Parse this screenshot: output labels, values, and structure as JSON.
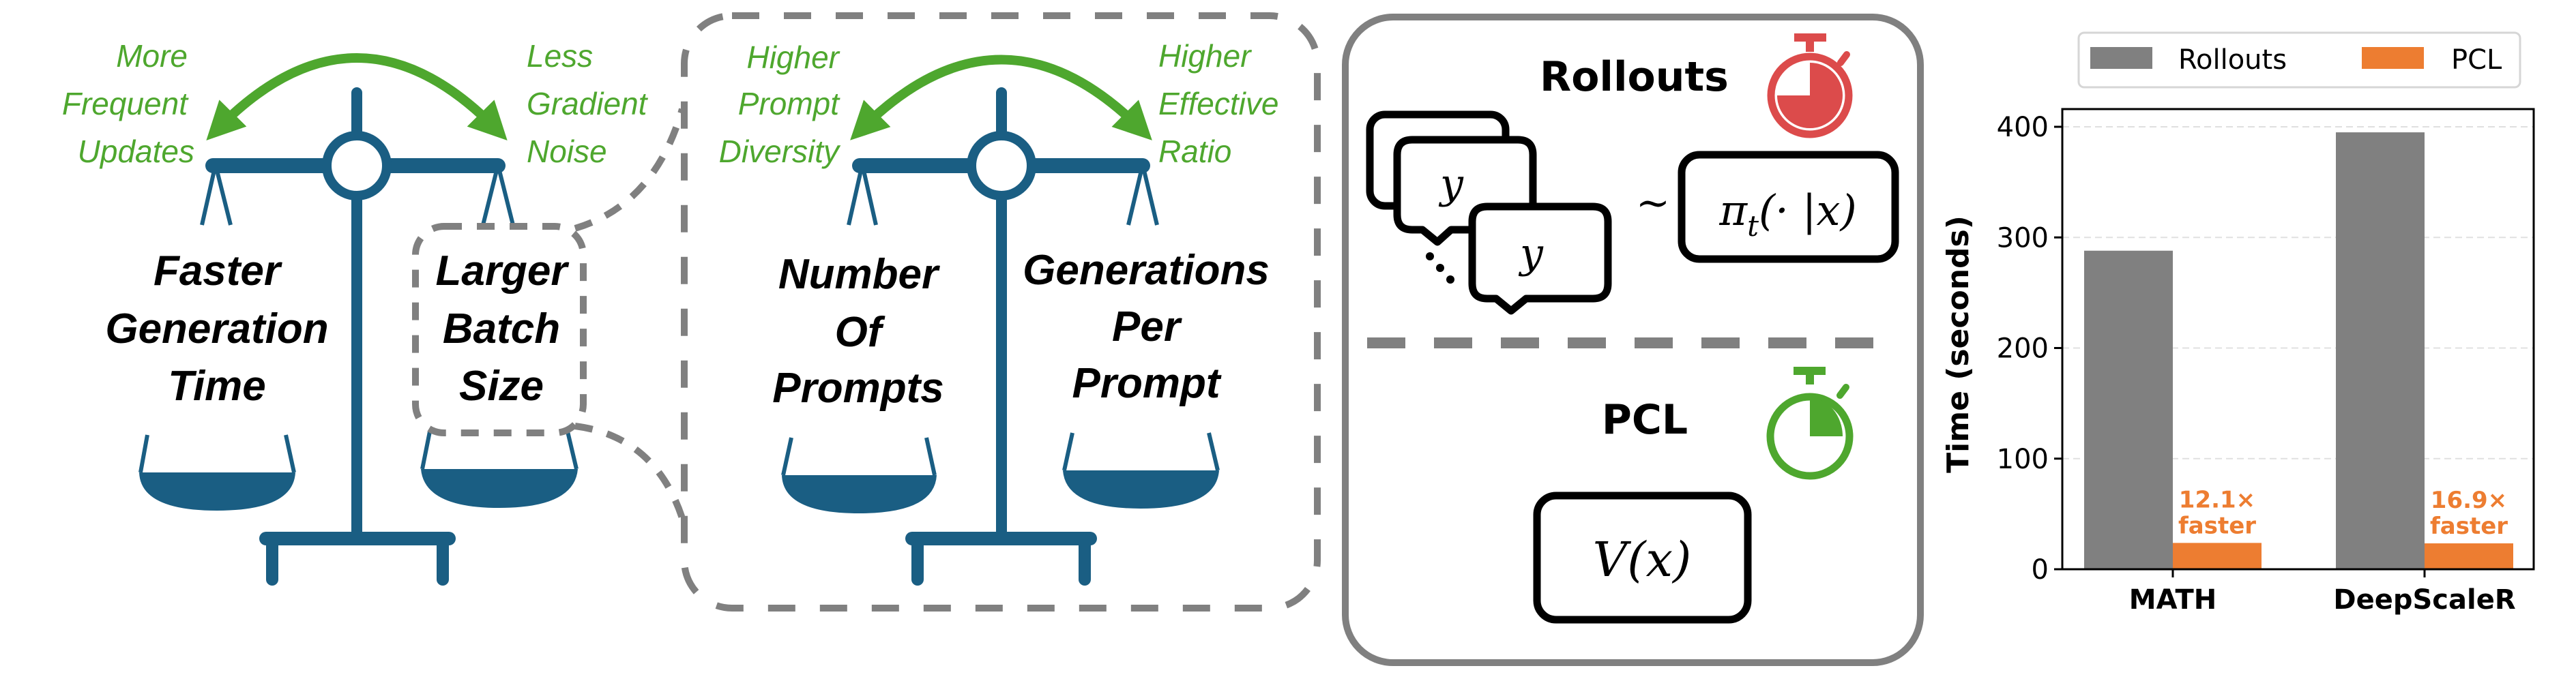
{
  "colors": {
    "scale_blue": "#1A5E83",
    "accent_green": "#4EA72E",
    "dash_gray": "#808080",
    "stopwatch_red": "#DC4B4B",
    "stopwatch_green": "#4EA72E",
    "rollouts_bar": "#808080",
    "pcl_bar": "#ED7D31"
  },
  "scale1": {
    "left_tradeoff": [
      "More",
      "Frequent",
      "Updates"
    ],
    "right_tradeoff": [
      "Less",
      "Gradient",
      "Noise"
    ],
    "left_pan_label": [
      "Faster",
      "Generation",
      "Time"
    ],
    "right_pan_label": [
      "Larger",
      "Batch",
      "Size"
    ],
    "icon": "balance-scale-icon"
  },
  "scale2": {
    "left_tradeoff": [
      "Higher",
      "Prompt",
      "Diversity"
    ],
    "right_tradeoff": [
      "Higher",
      "Effective",
      "Ratio"
    ],
    "left_pan_label": [
      "Number",
      "Of",
      "Prompts"
    ],
    "right_pan_label": [
      "Generations",
      "Per",
      "Prompt"
    ],
    "icon": "balance-scale-icon"
  },
  "comparison_panel": {
    "rollouts": {
      "title": "Rollouts",
      "icon": "stopwatch-mostly-full-icon",
      "bubble_symbol": "y",
      "sampling_symbol": "~",
      "policy": {
        "main": "π",
        "sub": "t",
        "args": "(· |x)"
      }
    },
    "pcl": {
      "title": "PCL",
      "icon": "stopwatch-quarter-icon",
      "value_fn": "V(x)"
    }
  },
  "chart_data": {
    "type": "bar",
    "title": "",
    "xlabel": "",
    "ylabel": "Time (seconds)",
    "categories": [
      "MATH",
      "DeepScaleR"
    ],
    "series": [
      {
        "name": "Rollouts",
        "values": [
          288,
          395
        ]
      },
      {
        "name": "PCL",
        "values": [
          23.8,
          23.4
        ]
      }
    ],
    "annotations": [
      {
        "category": "MATH",
        "series": "PCL",
        "lines": [
          "12.1×",
          "faster"
        ]
      },
      {
        "category": "DeepScaleR",
        "series": "PCL",
        "lines": [
          "16.9×",
          "faster"
        ]
      }
    ],
    "ylim": [
      0,
      415
    ],
    "yticks": [
      0,
      100,
      200,
      300,
      400
    ],
    "grid": "horizontal dashed",
    "legend": {
      "placement": "top",
      "entries": [
        "Rollouts",
        "PCL"
      ]
    }
  }
}
